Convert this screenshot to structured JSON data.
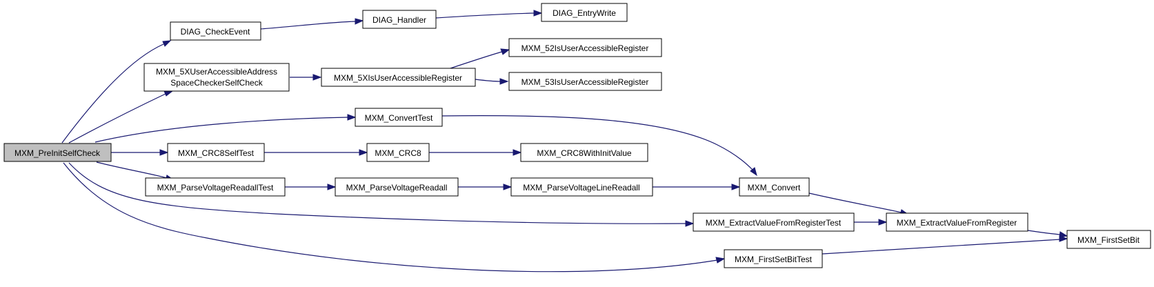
{
  "colors": {
    "edge": "#191970",
    "root_fill": "#bfbfbf",
    "node_fill": "#ffffff",
    "node_border": "#000000"
  },
  "nodes": {
    "root": [
      "MXM_PreInitSelfCheck"
    ],
    "diag_checkevent": [
      "DIAG_CheckEvent"
    ],
    "diag_handler": [
      "DIAG_Handler"
    ],
    "diag_entrywrite": [
      "DIAG_EntryWrite"
    ],
    "mxm_5x_checker": [
      "MXM_5XUserAccessibleAddress",
      "SpaceCheckerSelfCheck"
    ],
    "mxm_5x_isuser": [
      "MXM_5XIsUserAccessibleRegister"
    ],
    "mxm_52": [
      "MXM_52IsUserAccessibleRegister"
    ],
    "mxm_53": [
      "MXM_53IsUserAccessibleRegister"
    ],
    "mxm_converttest": [
      "MXM_ConvertTest"
    ],
    "mxm_crc8selftest": [
      "MXM_CRC8SelfTest"
    ],
    "mxm_crc8": [
      "MXM_CRC8"
    ],
    "mxm_crc8withinit": [
      "MXM_CRC8WithInitValue"
    ],
    "mxm_parsevoltagetest": [
      "MXM_ParseVoltageReadallTest"
    ],
    "mxm_parsevoltage": [
      "MXM_ParseVoltageReadall"
    ],
    "mxm_parsevoltageline": [
      "MXM_ParseVoltageLineReadall"
    ],
    "mxm_convert": [
      "MXM_Convert"
    ],
    "mxm_extracttest": [
      "MXM_ExtractValueFromRegisterTest"
    ],
    "mxm_extract": [
      "MXM_ExtractValueFromRegister"
    ],
    "mxm_firstsetbittest": [
      "MXM_FirstSetBitTest"
    ],
    "mxm_firstsetbit": [
      "MXM_FirstSetBit"
    ]
  }
}
